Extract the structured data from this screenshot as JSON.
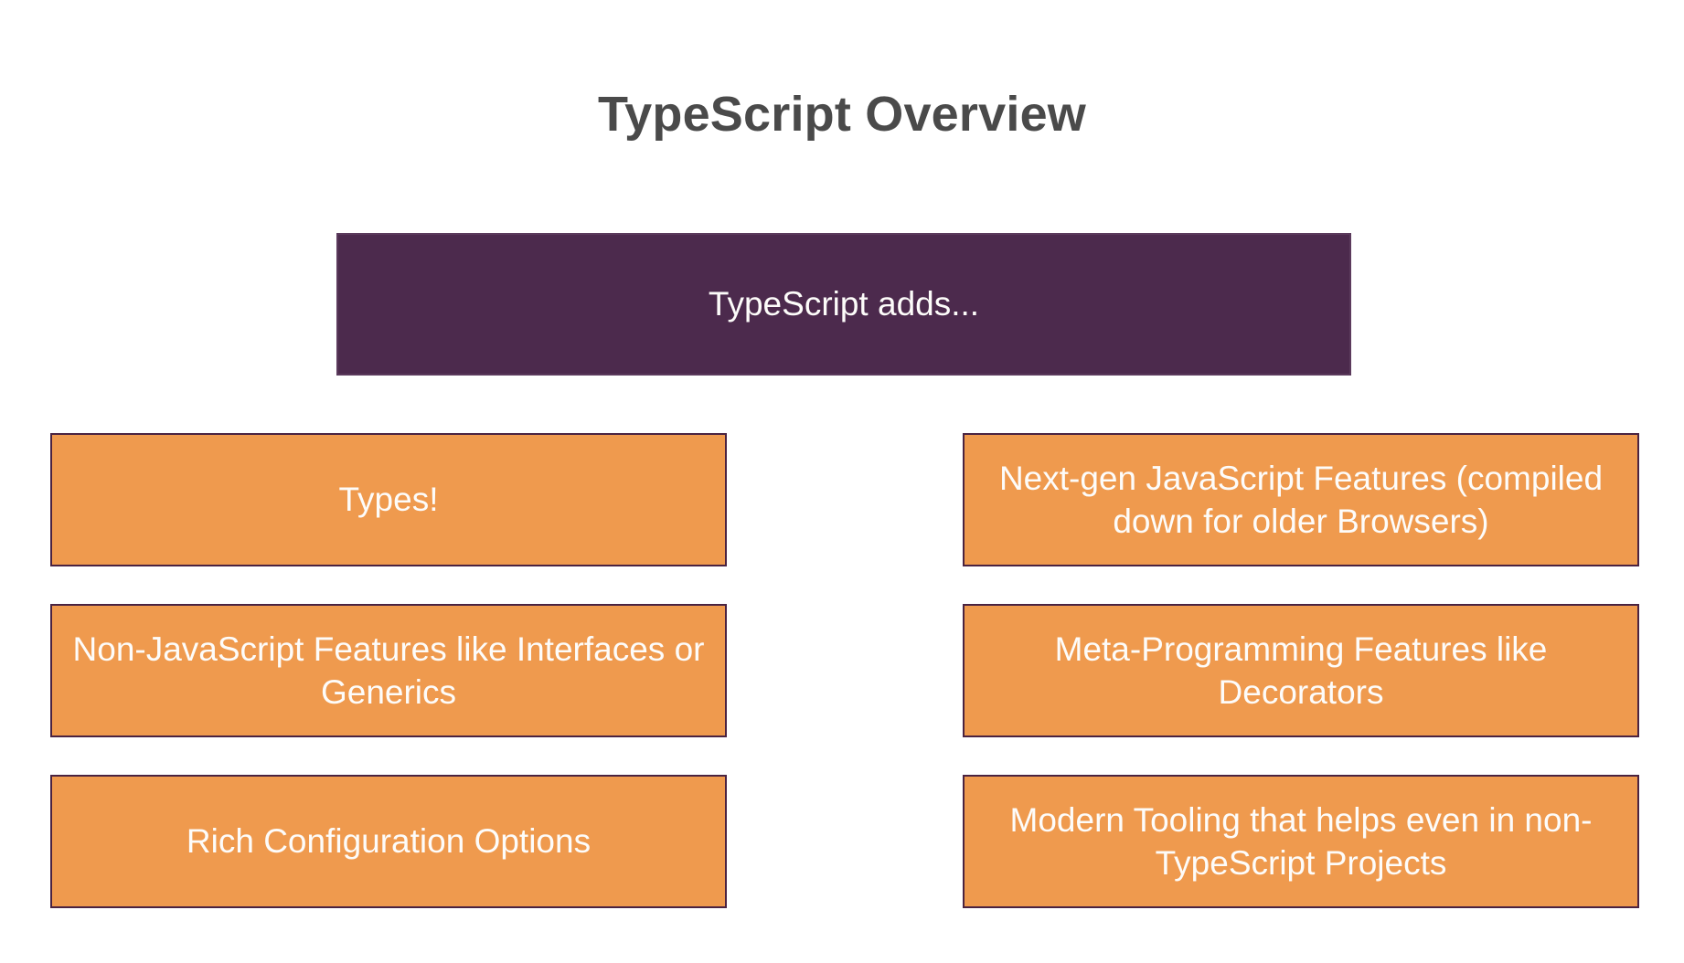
{
  "slide": {
    "title": "TypeScript Overview",
    "background_color": "#ffffff",
    "title_color": "#4a4a4a"
  },
  "diagram": {
    "type": "hierarchy",
    "root": {
      "label": "TypeScript adds...",
      "fill_color": "#4c2a4d",
      "text_color": "#ffffff"
    },
    "leaf_style": {
      "fill_color": "#ef9a4e",
      "border_color": "#4a2341",
      "text_color": "#ffffff"
    },
    "columns": [
      {
        "name": "left",
        "items": [
          {
            "label": "Types!"
          },
          {
            "label": "Non-JavaScript Features like Interfaces or Generics"
          },
          {
            "label": "Rich Configuration Options"
          }
        ]
      },
      {
        "name": "right",
        "items": [
          {
            "label": "Next-gen JavaScript Features (compiled down for older Browsers)"
          },
          {
            "label": "Meta-Programming Features like Decorators"
          },
          {
            "label": "Modern Tooling that helps even in non-TypeScript Projects"
          }
        ]
      }
    ]
  }
}
